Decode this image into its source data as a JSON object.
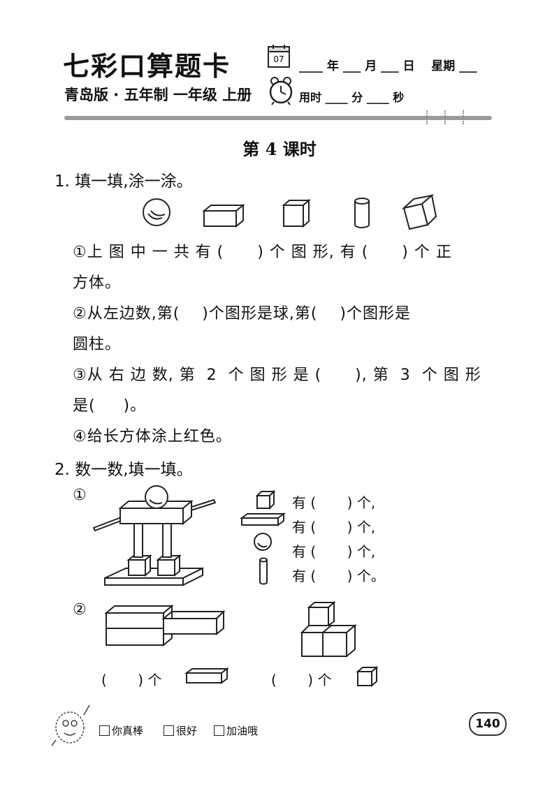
{
  "header": {
    "brand": "七彩口算题卡",
    "edition": "青岛版 · 五年制 一年级 上册",
    "calendar_day": "07",
    "date_line": "____ 年 ___ 月 ___ 日    星期 ___",
    "time_line": "用时 ____ 分 ____ 秒",
    "calendar_icon": "calendar-icon",
    "clock_icon": "alarm-clock-icon"
  },
  "lesson_title": "第 4 课时",
  "q1": {
    "title": "1. 填一填,涂一涂。",
    "shapes": [
      "sphere",
      "cuboid",
      "cube",
      "cylinder",
      "tilted-cube"
    ],
    "lines": [
      "①上 图 中 一 共 有 (      ) 个 图 形, 有 (      ) 个 正",
      "方体。",
      "②从左边数,第(    )个图形是球,第(    )个图形是",
      "圆柱。",
      "③从 右 边 数, 第  2  个 图 形 是 (      ), 第  3  个 图 形",
      "是(     )。",
      "④给长方体涂上红色。"
    ]
  },
  "q2": {
    "title": "2. 数一数,填一填。",
    "part1_marker": "①",
    "count_rows": [
      "有 (       ) 个,",
      "有 (       ) 个,",
      "有 (       ) 个,",
      "有 (       ) 个。"
    ],
    "part2_marker": "②",
    "answer_left": "(       ) 个",
    "answer_right": "(       ) 个"
  },
  "footer": {
    "checks": [
      "你真棒",
      "很好",
      "加油哦"
    ],
    "page_number": "140",
    "mascot_icon": "cartoon-mascot-icon"
  }
}
